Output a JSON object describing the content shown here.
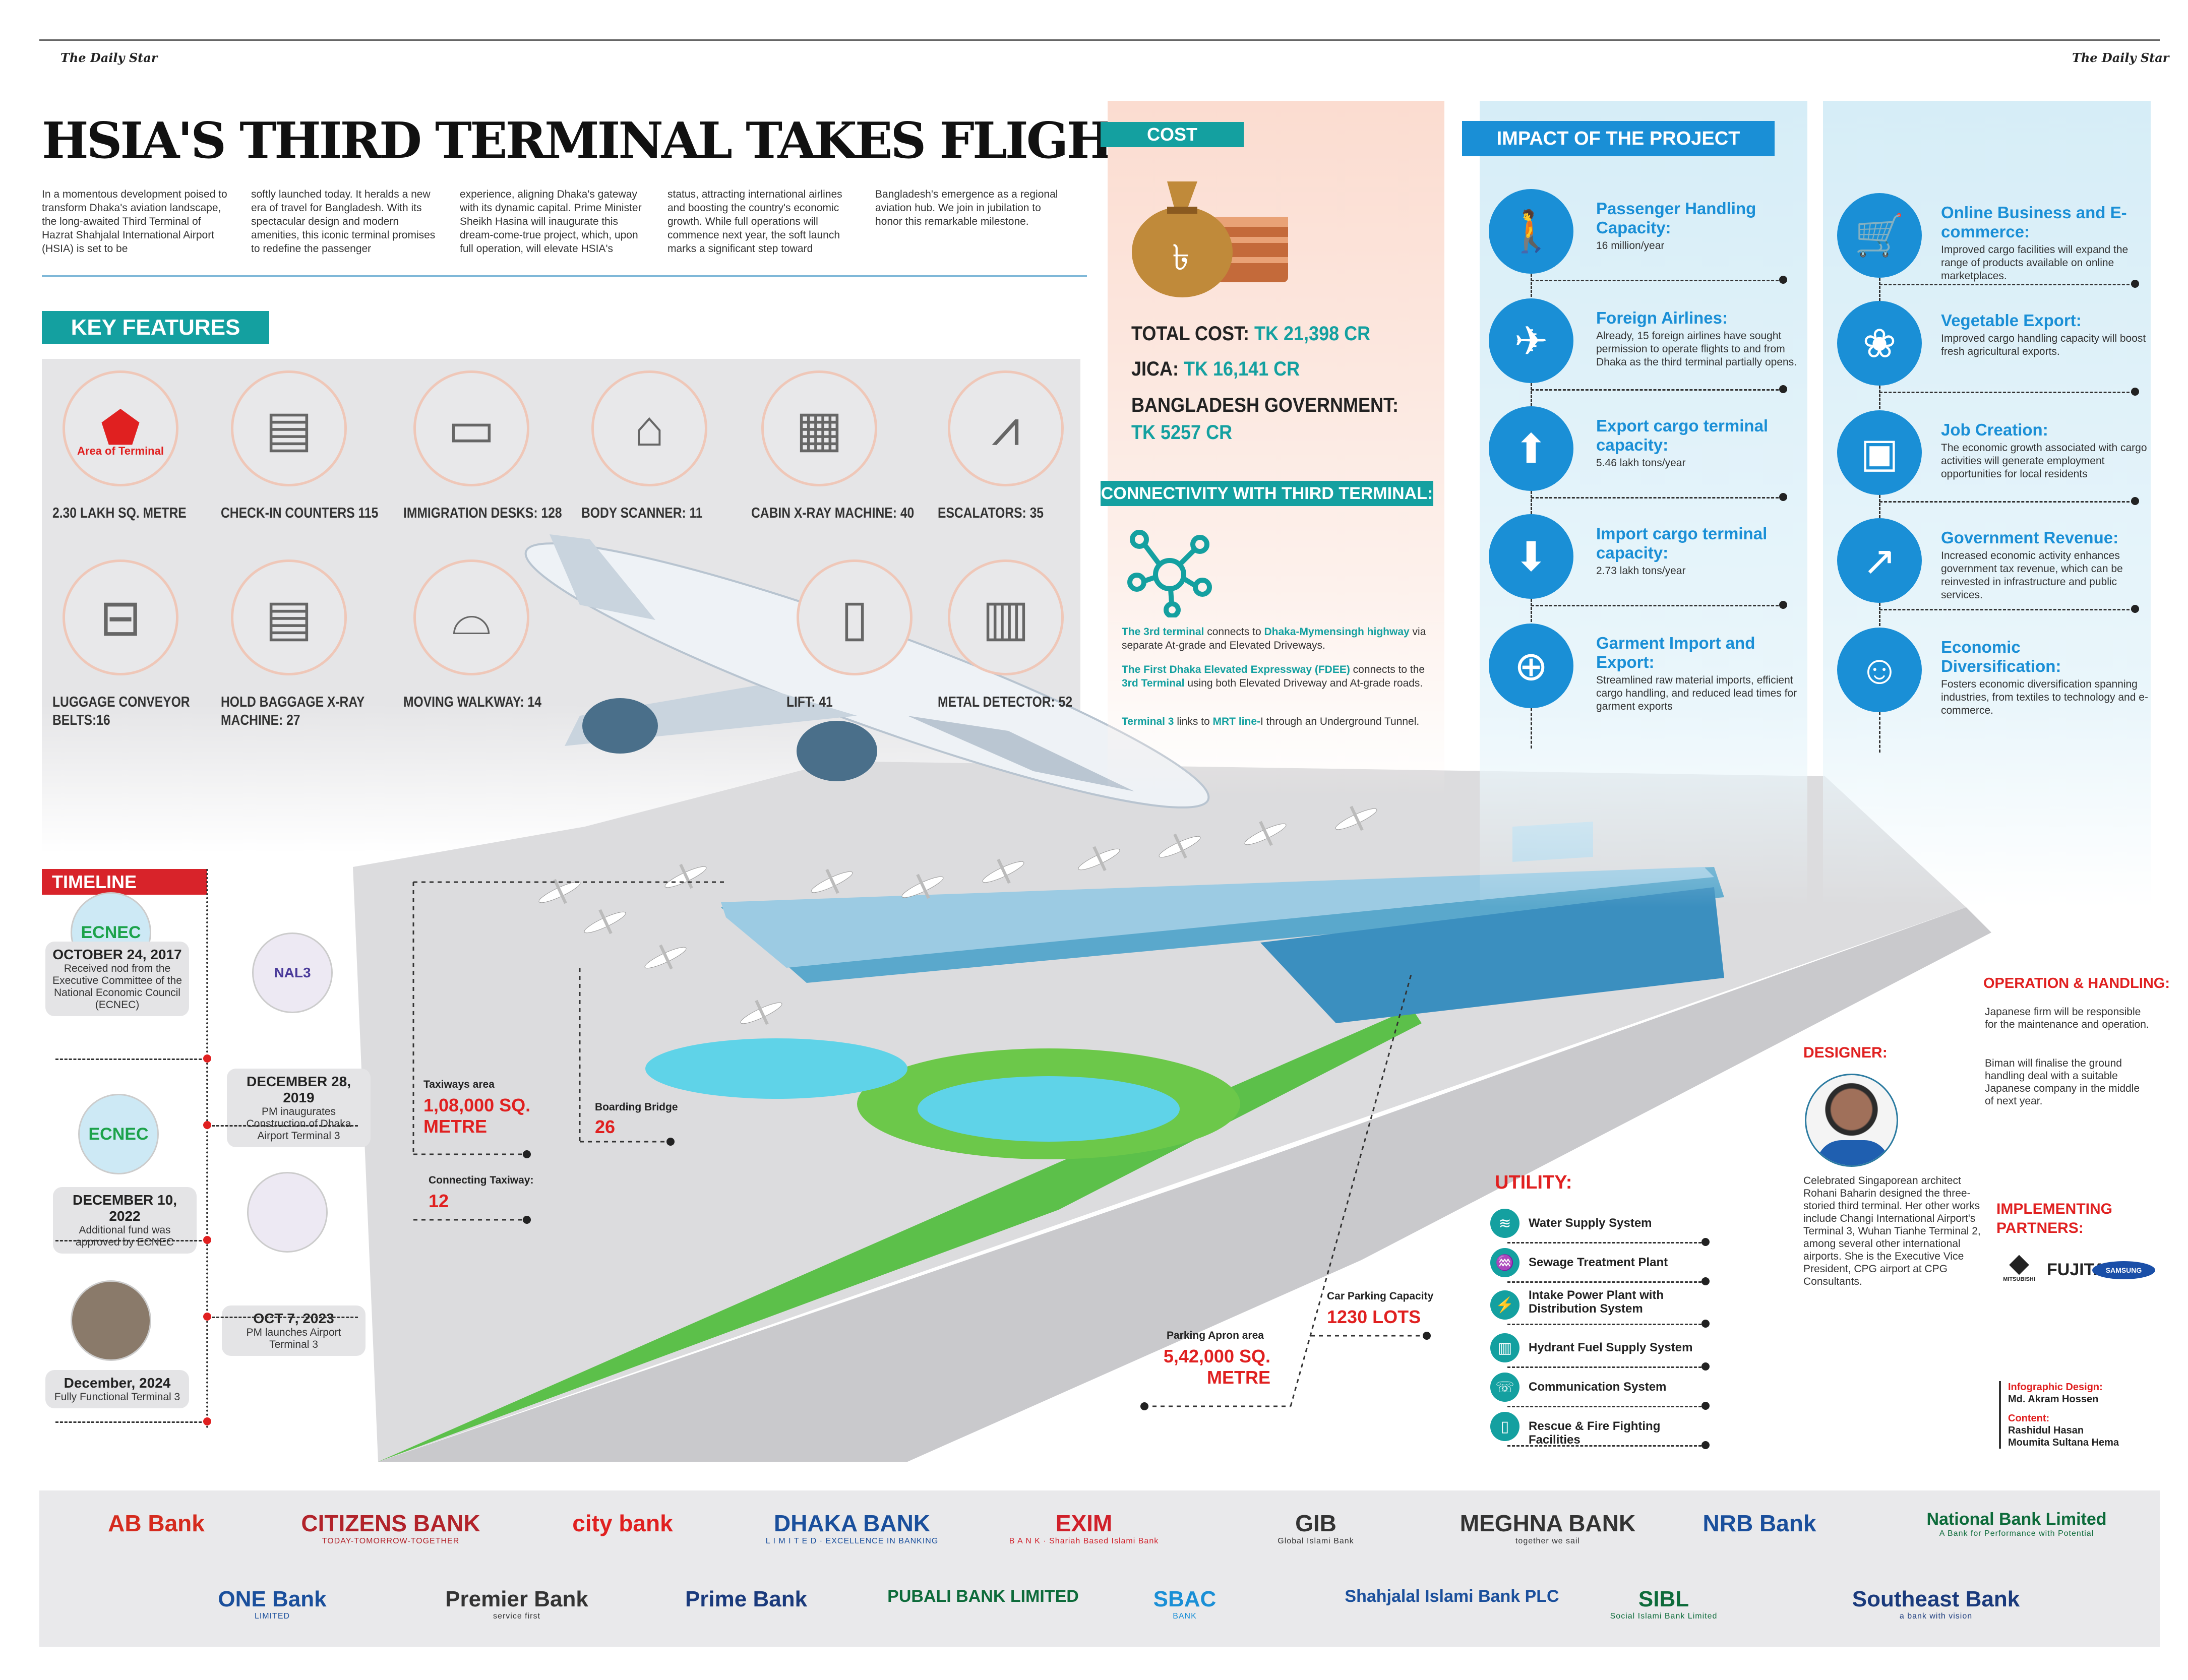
{
  "masthead": {
    "left": "The Daily Star",
    "right": "The Daily Star"
  },
  "title": "HSIA'S THIRD TERMINAL TAKES FLIGHT",
  "intro": [
    "In a momentous development poised to transform Dhaka's aviation landscape, the long-awaited Third Terminal of Hazrat Shahjalal International Airport (HSIA) is set to be",
    "softly launched today. It heralds a new era of travel for Bangladesh. With its spectacular design and modern amenities, this iconic terminal promises to redefine the passenger",
    "experience, aligning Dhaka's gateway with its dynamic capital. Prime Minister Sheikh Hasina will inaugurate this dream-come-true project, which, upon full operation, will elevate HSIA's",
    "status, attracting international airlines and boosting the country's economic growth. While full operations will commence next year, the soft launch marks a significant step toward",
    "Bangladesh's emergence as a regional aviation hub. We join in jubilation to honor this remarkable milestone."
  ],
  "key_features": {
    "heading": "KEY FEATURES",
    "area_icon_label": "Area of Terminal",
    "items": [
      {
        "label": "2.30 LAKH SQ. METRE",
        "icon": "map-pin-icon"
      },
      {
        "label": "CHECK-IN COUNTERS 115",
        "icon": "check-in-counter-icon"
      },
      {
        "label": "IMMIGRATION DESKS: 128",
        "icon": "immigration-desk-icon"
      },
      {
        "label": "BODY SCANNER: 11",
        "icon": "body-scanner-icon"
      },
      {
        "label": "CABIN X-RAY MACHINE: 40",
        "icon": "xray-machine-icon"
      },
      {
        "label": "ESCALATORS: 35",
        "icon": "escalator-icon"
      },
      {
        "label": "LUGGAGE CONVEYOR\nBELTS:16",
        "icon": "luggage-conveyor-icon"
      },
      {
        "label": "HOLD BAGGAGE X-RAY\nMACHINE: 27",
        "icon": "hold-baggage-xray-icon"
      },
      {
        "label": "MOVING WALKWAY: 14",
        "icon": "moving-walkway-icon"
      },
      {
        "label": "LIFT: 41",
        "icon": "lift-icon"
      },
      {
        "label": "METAL DETECTOR: 52",
        "icon": "metal-detector-icon"
      }
    ]
  },
  "cost": {
    "heading": "COST",
    "total_label": "TOTAL COST:",
    "total": "TK 21,398 CR",
    "jica_label": "JICA:",
    "jica": "TK 16,141 CR",
    "gov_label": "BANGLADESH GOVERNMENT:",
    "gov": "TK 5257 CR"
  },
  "connectivity": {
    "heading": "CONNECTIVITY WITH THIRD TERMINAL:",
    "p1": {
      "a": "The 3rd terminal",
      "b": " connects to ",
      "c": "Dhaka-Mymensingh highway",
      "d": " via separate At-grade and Elevated Driveways."
    },
    "p2": {
      "a": "The First Dhaka Elevated Expressway (FDEE)",
      "b": " connects to the ",
      "c": "3rd Terminal",
      "d": " using both Elevated Driveway and At-grade roads."
    },
    "p3": {
      "a": "Terminal 3",
      "b": " links to ",
      "c": "MRT line-",
      "d": "I through an Underground Tunnel."
    }
  },
  "impact": {
    "heading": "IMPACT OF THE PROJECT",
    "left": [
      {
        "title": "Passenger Handling Capacity:",
        "desc": "16 million/year",
        "icon": "traveler-icon",
        "glyph": "🚶"
      },
      {
        "title": "Foreign Airlines:",
        "desc": "Already, 15 foreign airlines have sought permission to operate flights to and from Dhaka as the third terminal partially opens.",
        "icon": "airplane-icon",
        "glyph": "✈"
      },
      {
        "title": "Export cargo terminal capacity:",
        "desc": "5.46 lakh tons/year",
        "icon": "export-box-icon",
        "glyph": "⬆"
      },
      {
        "title": "Import cargo terminal capacity:",
        "desc": "2.73 lakh tons/year",
        "icon": "import-box-icon",
        "glyph": "⬇"
      },
      {
        "title": "Garment Import and Export:",
        "desc": "Streamlined raw material imports, efficient cargo handling, and reduced lead times for garment exports",
        "icon": "garment-icon",
        "glyph": "⊕"
      }
    ],
    "right": [
      {
        "title": "Online Business and E-commerce:",
        "desc": "Improved cargo facilities will expand the range of products available on online marketplaces.",
        "icon": "ecommerce-icon",
        "glyph": "🛒"
      },
      {
        "title": "Vegetable Export:",
        "desc": "Improved cargo handling capacity will boost fresh agricultural exports.",
        "icon": "vegetable-crate-icon",
        "glyph": "❀"
      },
      {
        "title": "Job Creation:",
        "desc": "The economic growth associated  with cargo activities will generate  employment opportunities for local residents",
        "icon": "briefcase-icon",
        "glyph": "▣"
      },
      {
        "title": "Government Revenue:",
        "desc": "Increased economic activity enhances government tax revenue, which can be reinvested in infrastructure and public services.",
        "icon": "revenue-chart-icon",
        "glyph": "↗"
      },
      {
        "title": "Economic Diversification:",
        "desc": "Fosters economic diversification spanning industries, from textiles to technology and e-commerce.",
        "icon": "people-rainbow-icon",
        "glyph": "☺"
      }
    ]
  },
  "timeline": {
    "heading": "TIMELINE",
    "ecnec": "ECNEC",
    "items": [
      {
        "date": "OCTOBER 24, 2017",
        "text": "Received nod from the Executive Committee of the National Economic Council (ECNEC)"
      },
      {
        "date": "DECEMBER 28, 2019",
        "text": "PM inaugurates Construction of Dhaka Airport Terminal 3",
        "photo_text": "NAL3"
      },
      {
        "date": "DECEMBER 10, 2022",
        "text": "Additional fund was approved by ECNEC"
      },
      {
        "date": "OCT 7, 2023",
        "text": "PM launches Airport Terminal 3"
      },
      {
        "date": "December, 2024",
        "text": "Fully Functional Terminal 3"
      }
    ]
  },
  "scene": {
    "taxiways_label": "Taxiways area",
    "taxiways_value": "1,08,000 SQ. METRE",
    "connecting_label": "Connecting Taxiway:",
    "connecting_value": "12",
    "boarding_label": "Boarding Bridge",
    "boarding_value": "26",
    "apron_label": "Parking Apron area",
    "apron_value": "5,42,000 SQ. METRE",
    "parking_label": "Car Parking Capacity",
    "parking_value": "1230 LOTS"
  },
  "utility": {
    "heading": "UTILITY:",
    "items": [
      {
        "label": "Water Supply System",
        "icon": "water-supply-icon",
        "glyph": "≋"
      },
      {
        "label": "Sewage Treatment Plant",
        "icon": "sewage-plant-icon",
        "glyph": "♒"
      },
      {
        "label": "Intake Power Plant with Distribution System",
        "icon": "power-plant-icon",
        "glyph": "⚡"
      },
      {
        "label": "Hydrant Fuel Supply System",
        "icon": "hydrant-icon",
        "glyph": "▥"
      },
      {
        "label": "Communication System",
        "icon": "communication-icon",
        "glyph": "☏"
      },
      {
        "label": "Rescue & Fire Fighting Facilities",
        "icon": "fire-extinguisher-icon",
        "glyph": "▯"
      }
    ]
  },
  "designer": {
    "heading": "DESIGNER:",
    "text": "Celebrated Singaporean architect Rohani Baharin designed the three-storied third terminal.  Her other works include Changi International Airport's Terminal 3, Wuhan Tianhe Terminal 2, among several other international airports. She is the Executive Vice President, CPG airport at CPG Consultants."
  },
  "operation": {
    "heading": "OPERATION & HANDLING:",
    "p1": "Japanese firm will be responsible for the maintenance and operation.",
    "p2": "Biman will finalise the ground handling deal with a suitable Japanese company in the middle of next year."
  },
  "partners": {
    "heading": "IMPLEMENTING PARTNERS:",
    "logos": [
      "MITSUBISHI",
      "FUJITA",
      "SAMSUNG"
    ]
  },
  "credits": {
    "design_label": "Infographic Design:",
    "design": "Md. Akram Hossen",
    "content_label": "Content:",
    "content": [
      "Rashidul Hasan",
      "Moumita Sultana Hema"
    ]
  },
  "sponsors": {
    "row1": [
      {
        "name": "AB Bank",
        "sub": "",
        "color": "#d52b1e"
      },
      {
        "name": "CITIZENS BANK",
        "sub": "TODAY-TOMORROW-TOGETHER",
        "color": "#b2232a"
      },
      {
        "name": "city bank",
        "sub": "",
        "color": "#e02020"
      },
      {
        "name": "DHAKA BANK",
        "sub": "L I M I T E D  ·  EXCELLENCE IN BANKING",
        "color": "#1a4f9c"
      },
      {
        "name": "EXIM",
        "sub": "B A N K · Shariah Based Islami Bank",
        "color": "#d0202a"
      },
      {
        "name": "GIB",
        "sub": "Global Islami Bank",
        "color": "#333"
      },
      {
        "name": "MEGHNA BANK",
        "sub": "together we sail",
        "color": "#333"
      },
      {
        "name": "NRB Bank",
        "sub": "",
        "color": "#1a4f9c"
      },
      {
        "name": "National Bank Limited",
        "sub": "A Bank for Performance with Potential",
        "color": "#0d6b3a"
      }
    ],
    "row2": [
      {
        "name": "ONE Bank",
        "sub": "LIMITED",
        "color": "#1a4f9c"
      },
      {
        "name": "Premier Bank",
        "sub": "service first",
        "color": "#333"
      },
      {
        "name": "Prime Bank",
        "sub": "",
        "color": "#1a3a7c"
      },
      {
        "name": "PUBALI BANK LIMITED",
        "sub": "",
        "color": "#0d6b3a"
      },
      {
        "name": "SBAC",
        "sub": "BANK",
        "color": "#1a8fd6"
      },
      {
        "name": "Shahjalal Islami Bank PLC",
        "sub": "",
        "color": "#1a4f9c"
      },
      {
        "name": "SIBL",
        "sub": "Social Islami Bank Limited",
        "color": "#0d6b3a"
      },
      {
        "name": "Southeast Bank",
        "sub": "a bank with vision",
        "color": "#1a3a7c"
      }
    ]
  }
}
